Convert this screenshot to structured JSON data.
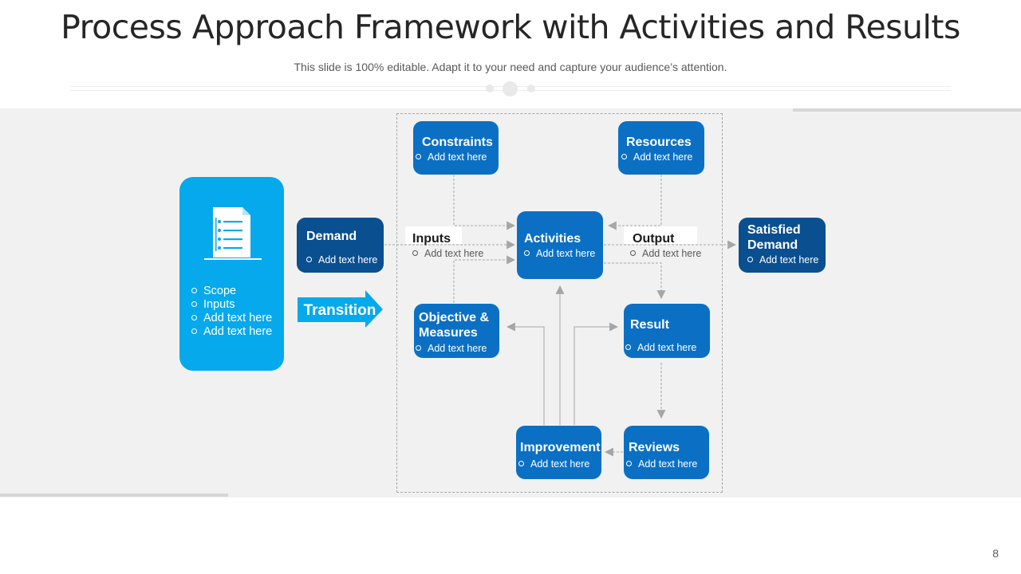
{
  "header": {
    "title": "Process Approach Framework with Activities and Results",
    "subtitle": "This slide is 100% editable. Adapt it to your need and capture your audience’s attention."
  },
  "colors": {
    "mid_blue": "#0b70c4",
    "dark_blue": "#0a4f8f",
    "light_blue": "#05a9ec",
    "band": "#f1f1f1",
    "arrow": "#a6a6a6"
  },
  "left_panel": {
    "icon": "document-list-icon",
    "items": [
      "Scope",
      "Inputs",
      "Add text here",
      "Add text here"
    ]
  },
  "transition": {
    "label": "Transition",
    "icon": "arrow-right"
  },
  "nodes": {
    "demand": {
      "title": "Demand",
      "text": "Add text here"
    },
    "constraints": {
      "title": "Constraints",
      "text": "Add text here"
    },
    "resources": {
      "title": "Resources",
      "text": "Add text here"
    },
    "activities": {
      "title": "Activities",
      "text": "Add text here"
    },
    "objective": {
      "title": "Objective &\nMeasures",
      "text": "Add text here"
    },
    "result": {
      "title": "Result",
      "text": "Add text here"
    },
    "improvement": {
      "title": "Improvement",
      "text": "Add text here"
    },
    "reviews": {
      "title": "Reviews",
      "text": "Add text here"
    },
    "satisfied": {
      "title": "Satisfied\nDemand",
      "text": "Add text here"
    }
  },
  "labels": {
    "inputs": {
      "title": "Inputs",
      "text": "Add text here"
    },
    "output": {
      "title": "Output",
      "text": "Add text here"
    }
  },
  "page_number": "8"
}
